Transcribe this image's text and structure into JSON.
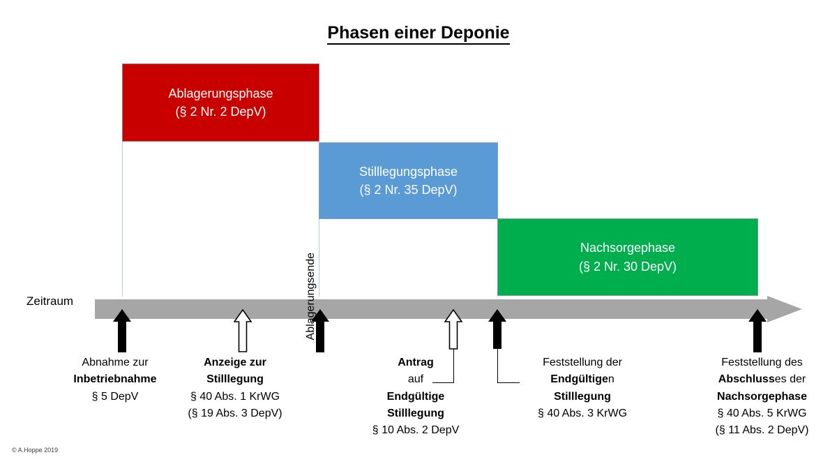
{
  "title": "Phasen einer Deponie",
  "timeline": {
    "axis_label": "Zeitraum",
    "vertical_label": "Ablagerungsende"
  },
  "phases": [
    {
      "key": "ablagerung",
      "name": "Ablagerungsphase",
      "reference": "(§ 2 Nr. 2 DepV)",
      "color": "#C80000"
    },
    {
      "key": "stilllegung",
      "name": "Stilllegungsphase",
      "reference": "(§ 2 Nr. 35 DepV)",
      "color": "#5B9BD5"
    },
    {
      "key": "nachsorge",
      "name": "Nachsorgephase",
      "reference": "(§ 2 Nr. 30 DepV)",
      "color": "#00AE4D"
    }
  ],
  "events": [
    {
      "key": "inbetriebnahme",
      "marker": "filled-up-arrow",
      "line1": "Abnahme zur",
      "line2": "Inbetriebnahme",
      "line3": "§ 5 DepV",
      "line4": "",
      "line5": ""
    },
    {
      "key": "anzeige-stilllegung",
      "marker": "hollow-up-arrow",
      "line1": "Anzeige zur",
      "line2": "Stilllegung",
      "line3": "§ 40 Abs. 1 KrWG",
      "line4": "(§ 19 Abs. 3 DepV)",
      "line5": ""
    },
    {
      "key": "antrag-endgueltige-stilllegung",
      "marker": "hollow-up-arrow",
      "line1": "Antrag",
      "line2": "auf",
      "line3": "Endgültige",
      "line4": "Stilllegung",
      "line5": "§ 10 Abs. 2 DepV"
    },
    {
      "key": "feststellung-endgueltige-stilllegung",
      "marker": "filled-up-arrow",
      "line1": "Feststellung der",
      "line2_bold": "Endgültige",
      "line2_tail": "n",
      "line3": "Stilllegung",
      "line4": "§ 40 Abs. 3 KrWG",
      "line5": ""
    },
    {
      "key": "feststellung-abschluss-nachsorge",
      "marker": "filled-up-arrow",
      "line1": "Feststellung des",
      "line2_bold": "Abschluss",
      "line2_tail": "es der",
      "line3": "Nachsorgephase",
      "line4": "§ 40 Abs. 5 KrWG",
      "line5": "(§ 11 Abs. 2 DepV)"
    }
  ],
  "ablagerungsende_marker": "filled-up-arrow",
  "copyright": "© A.Hoppe 2019",
  "colors": {
    "timeline_bar": "#A6A6A6",
    "connector_line": "#BCCBD8",
    "box_border": "#96A0AA",
    "text": "#000000",
    "box_text": "#FFFFFF"
  }
}
